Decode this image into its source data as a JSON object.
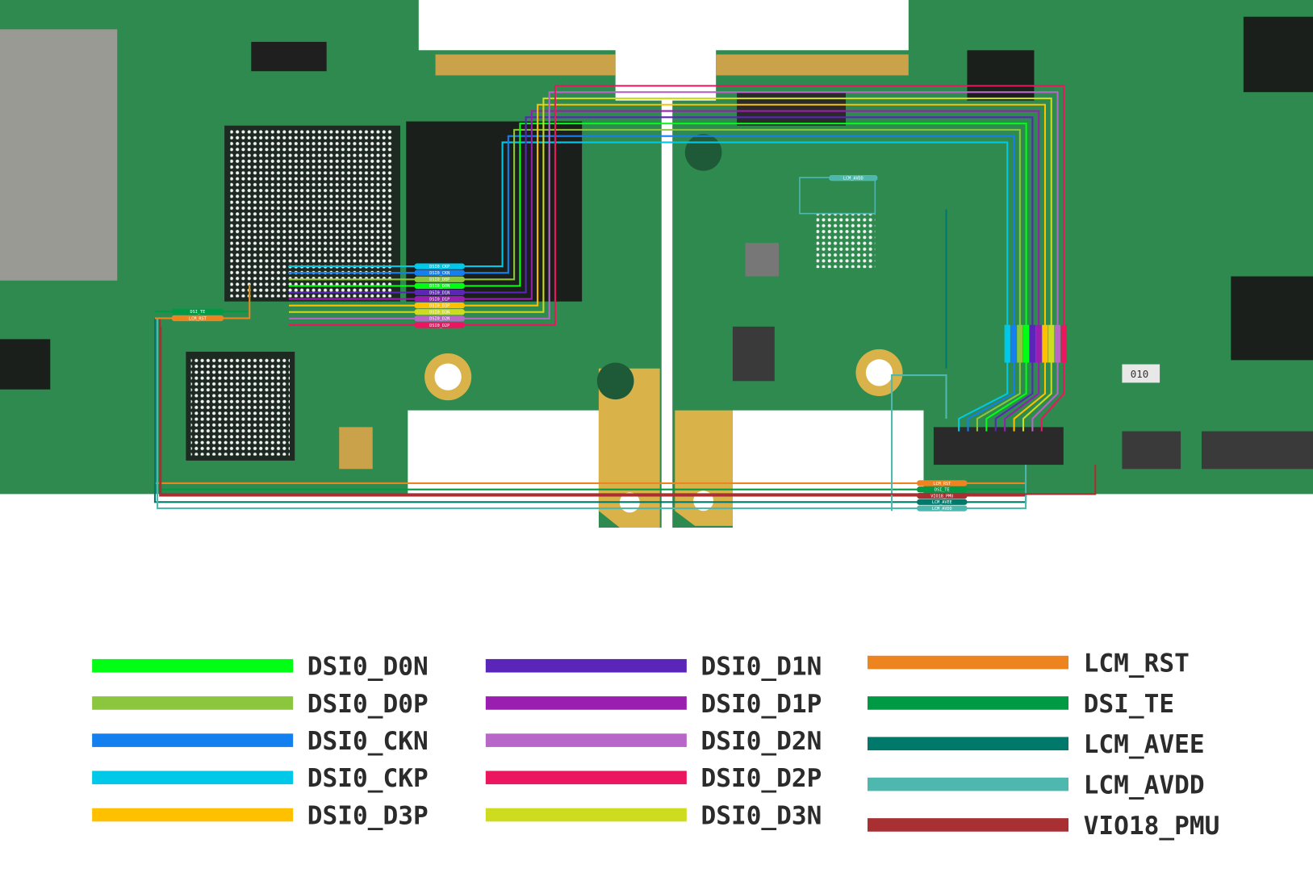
{
  "title": "LCM / DSI0 display connector signal map",
  "board": {
    "silk_label": "010",
    "chip_tags": [
      {
        "label": "DSI0_CKP",
        "color": "#00c8e8"
      },
      {
        "label": "DSI0_CKN",
        "color": "#1480f0"
      },
      {
        "label": "DSI0_D0P",
        "color": "#8cc63f"
      },
      {
        "label": "DSI0_D0N",
        "color": "#00ff14"
      },
      {
        "label": "DSI0_D1N",
        "color": "#5a25b8"
      },
      {
        "label": "DSI0_D1P",
        "color": "#9a1fb0"
      },
      {
        "label": "DSI0_D3P",
        "color": "#ffc000"
      },
      {
        "label": "DSI0_D3N",
        "color": "#cddc1e"
      },
      {
        "label": "DSI0_D2N",
        "color": "#b866c8"
      },
      {
        "label": "DSI0_D2P",
        "color": "#ec1660"
      }
    ],
    "left_tags": [
      {
        "label": "DSI_TE",
        "color": "#009a44"
      },
      {
        "label": "LCM_RST",
        "color": "#ee8420"
      }
    ],
    "avdd_tag": {
      "label": "LCM_AVDD",
      "color": "#4fb8ae"
    },
    "bottom_tags": [
      {
        "label": "LCM_RST",
        "color": "#ee8420"
      },
      {
        "label": "DSI_TE",
        "color": "#009a44"
      },
      {
        "label": "VIO18_PMU",
        "color": "#a82f32"
      },
      {
        "label": "LCM_AVEE",
        "color": "#00796b"
      },
      {
        "label": "LCM_AVDD",
        "color": "#4fb8ae"
      }
    ]
  },
  "legend": [
    {
      "label": "DSI0_D0N",
      "color": "#00ff14"
    },
    {
      "label": "DSI0_D0P",
      "color": "#8cc63f"
    },
    {
      "label": "DSI0_CKN",
      "color": "#1480f0"
    },
    {
      "label": "DSI0_CKP",
      "color": "#00c8e8"
    },
    {
      "label": "DSI0_D3P",
      "color": "#ffc000"
    },
    {
      "label": "DSI0_D1N",
      "color": "#5a25b8"
    },
    {
      "label": "DSI0_D1P",
      "color": "#9a1fb0"
    },
    {
      "label": "DSI0_D2N",
      "color": "#b866c8"
    },
    {
      "label": "DSI0_D2P",
      "color": "#ec1660"
    },
    {
      "label": "DSI0_D3N",
      "color": "#cddc1e"
    },
    {
      "label": "LCM_RST",
      "color": "#ee8420"
    },
    {
      "label": "DSI_TE",
      "color": "#009a44"
    },
    {
      "label": "LCM_AVEE",
      "color": "#00796b"
    },
    {
      "label": "LCM_AVDD",
      "color": "#4fb8ae"
    },
    {
      "label": "VIO18_PMU",
      "color": "#a82f32"
    }
  ]
}
